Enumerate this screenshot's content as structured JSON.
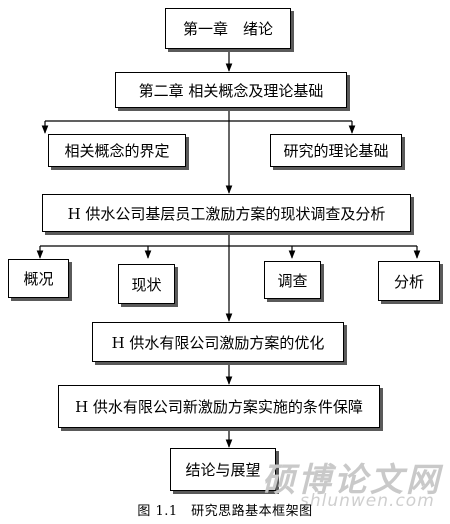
{
  "diagram": {
    "nodes": {
      "ch1": "第一章　绪论",
      "ch2": "第二章  相关概念及理论基础",
      "concept": "相关概念的界定",
      "theory": "研究的理论基础",
      "survey": "H 供水公司基层员工激励方案的现状调查及分析",
      "overview": "概况",
      "status": "现状",
      "investigation": "调查",
      "analysis": "分析",
      "optimize": "H 供水有限公司激励方案的优化",
      "guarantee": "H 供水有限公司新激励方案实施的条件保障",
      "conclusion": "结论与展望"
    },
    "caption": "图 1.1　研究思路基本框架图"
  },
  "watermark": {
    "text": "硕博论文网",
    "url": "shlunwen.com"
  }
}
